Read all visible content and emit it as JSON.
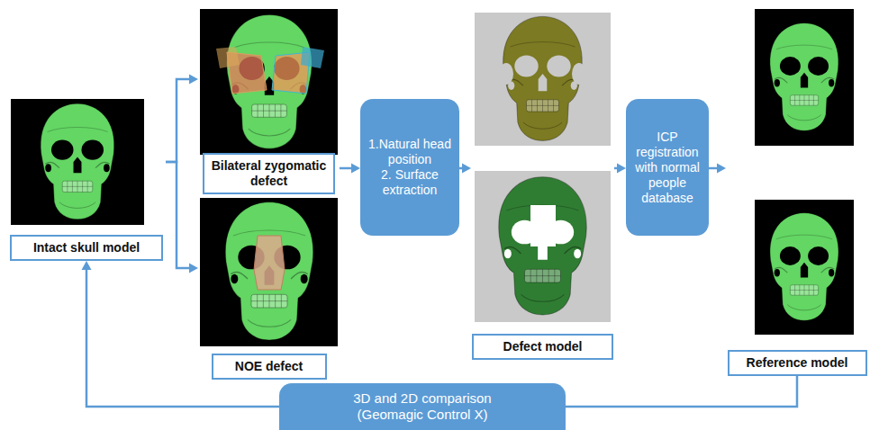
{
  "diagram": {
    "nodes": [
      {
        "text": [
          "Intact skull model"
        ]
      },
      {
        "text": [
          "Bilateral zygomatic defect"
        ]
      },
      {
        "text": [
          "NOE defect"
        ]
      },
      {
        "text": [
          "1.Natural head position",
          "2. Surface extraction"
        ]
      },
      {
        "text": [
          "Defect model"
        ]
      },
      {
        "text": [
          "ICP registration with normal people database"
        ]
      },
      {
        "text": [
          "Reference model"
        ]
      },
      {
        "text": [
          "3D and 2D comparison",
          "(Geomagic Control X)"
        ]
      }
    ],
    "edges": [
      {
        "from": 0,
        "to": 1,
        "arrow": "to"
      },
      {
        "from": 0,
        "to": 2,
        "arrow": "to"
      },
      {
        "from": 1,
        "to": 3,
        "arrow": "to"
      },
      {
        "from": 3,
        "to": 4,
        "arrow": "to"
      },
      {
        "from": 4,
        "to": 5,
        "arrow": "to"
      },
      {
        "from": 5,
        "to": 6,
        "arrow": "to"
      },
      {
        "from": 6,
        "to": 7,
        "arrow": "none"
      },
      {
        "from": 7,
        "to": 0,
        "arrow": "to"
      }
    ]
  }
}
